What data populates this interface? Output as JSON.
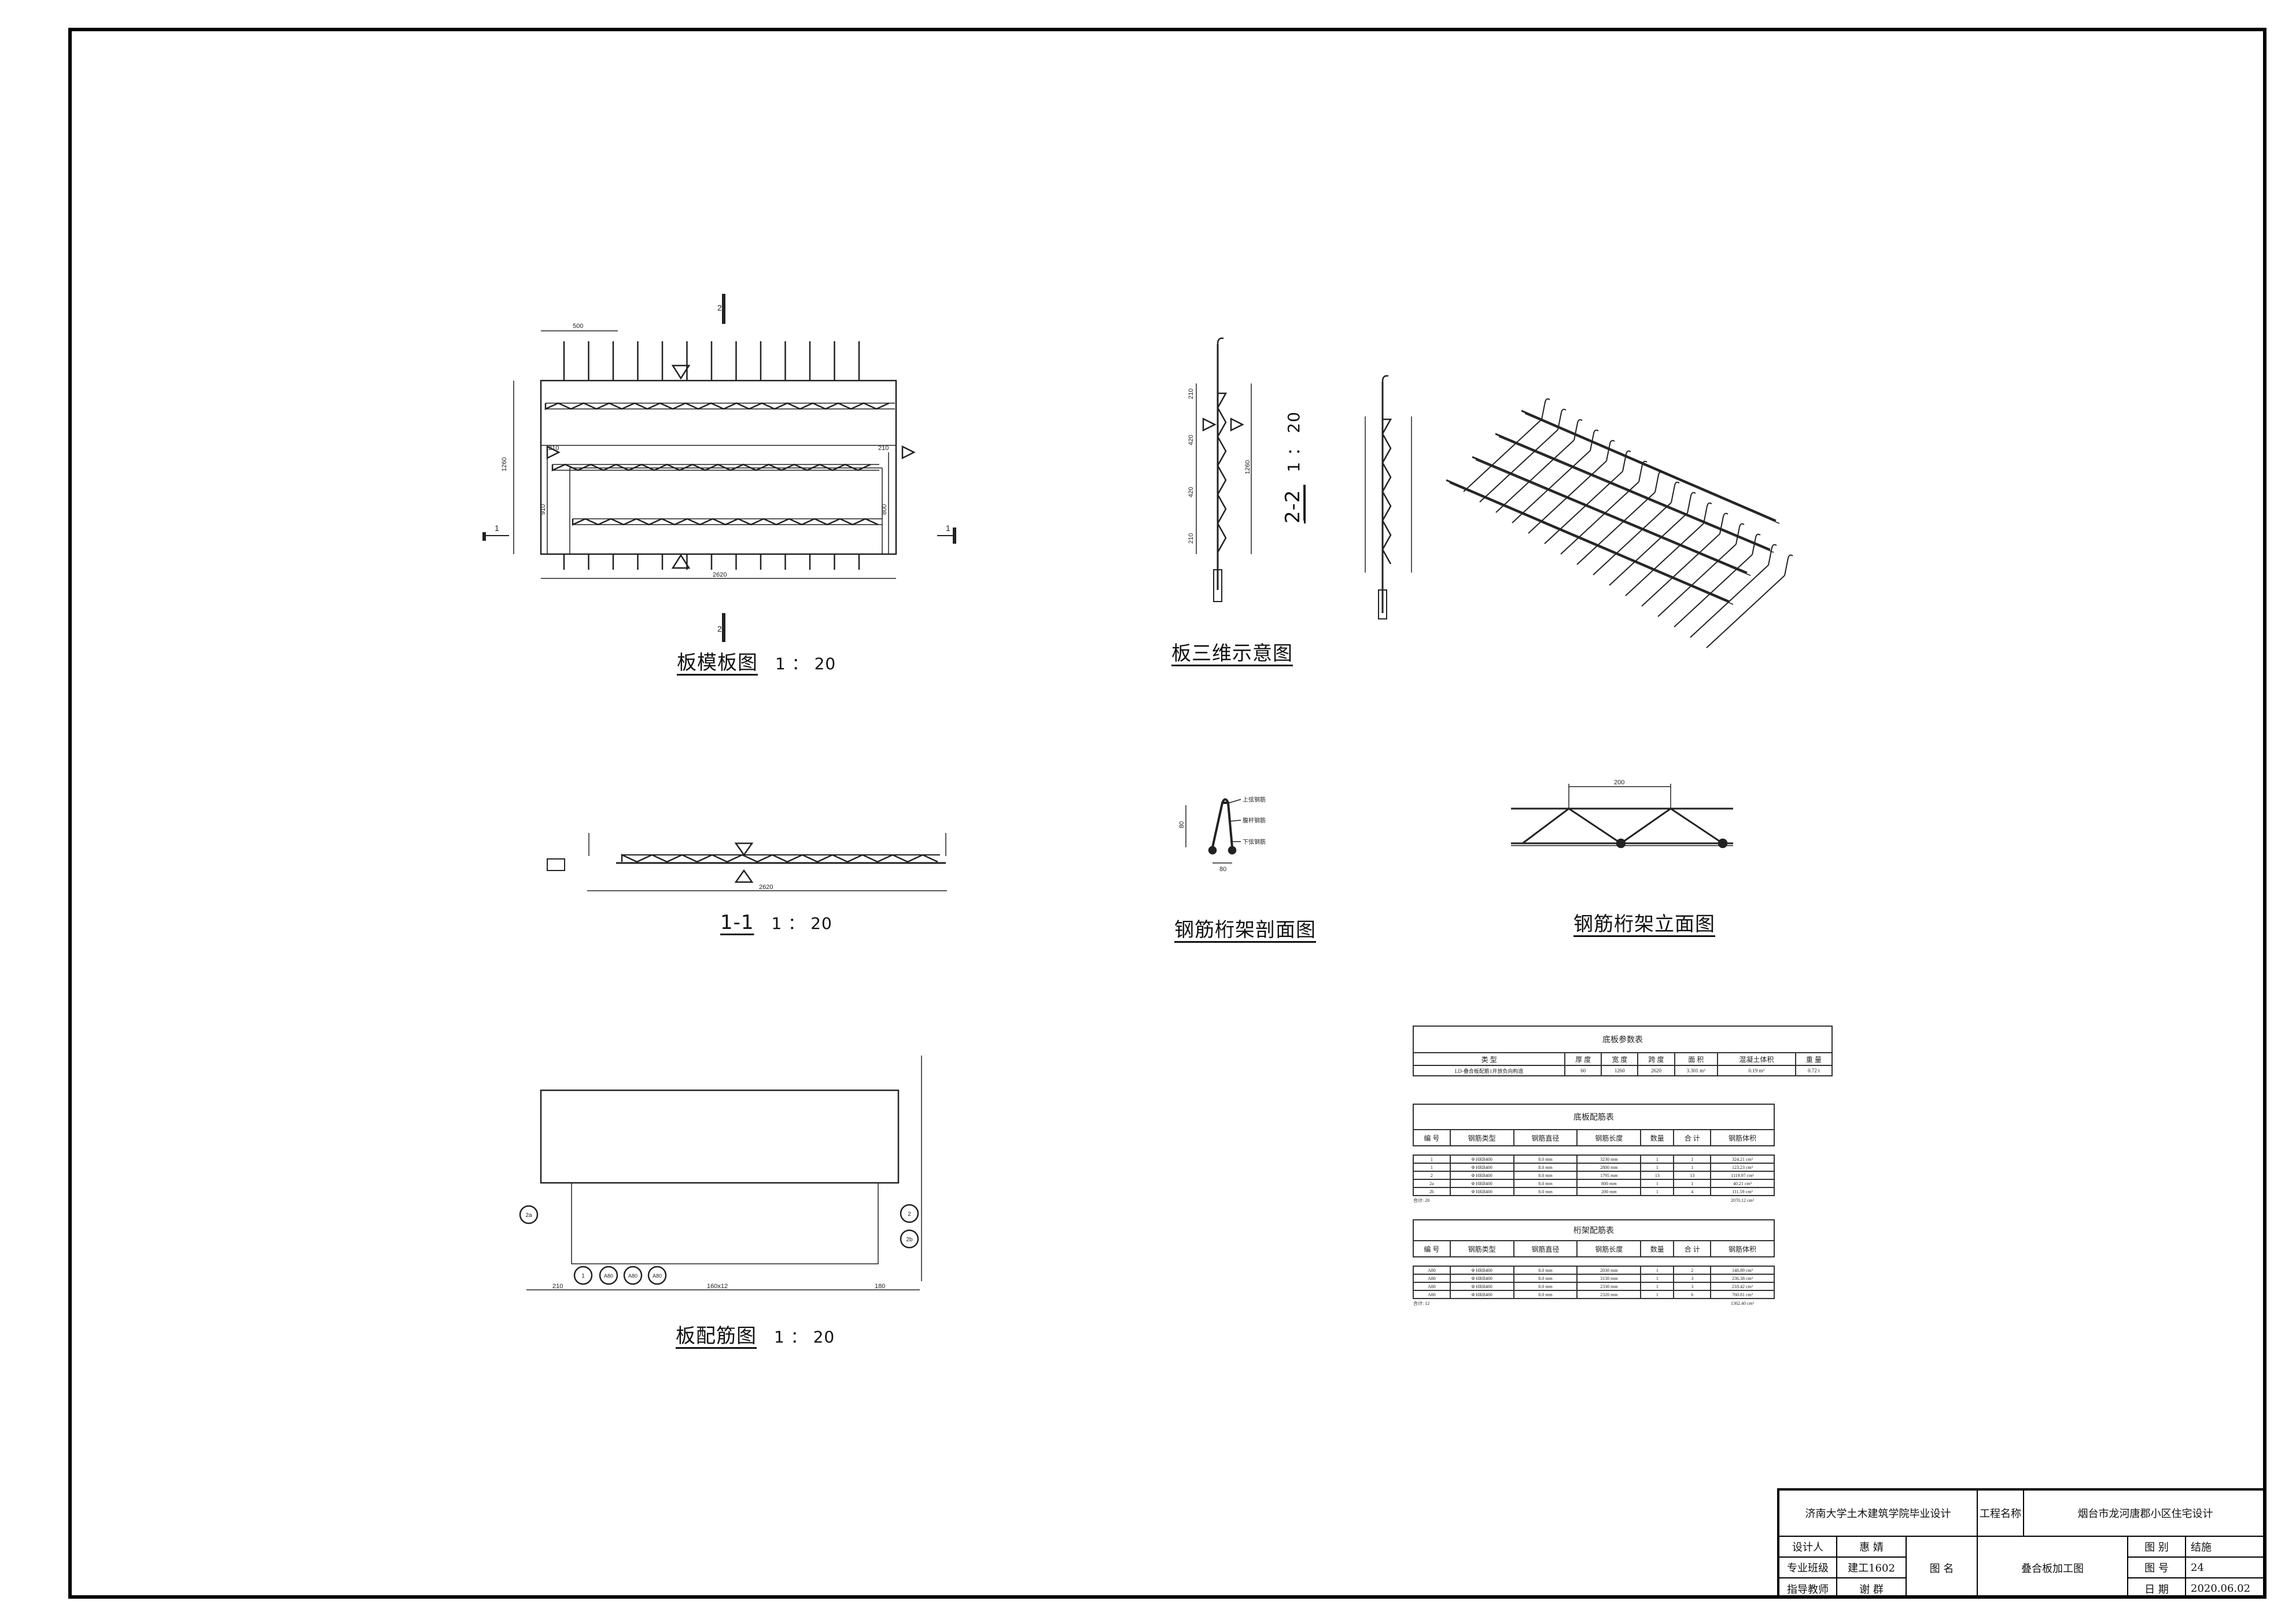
{
  "titles": {
    "plan": {
      "name": "板模板图",
      "scale": "1 ： 20"
    },
    "iso": {
      "name": "板三维示意图"
    },
    "section22": {
      "name": "2-2",
      "scale": "1 ： 20"
    },
    "section11": {
      "name": "1-1",
      "scale": "1 ： 20"
    },
    "truss_section": {
      "name": "钢筋桁架剖面图"
    },
    "truss_elev": {
      "name": "钢筋桁架立面图"
    },
    "rebar": {
      "name": "板配筋图",
      "scale": "1 ： 20"
    }
  },
  "dims": {
    "plan_top": "500",
    "plan_bottom": "2620",
    "plan_left": "1260",
    "plan_inner_l": "210",
    "plan_inner_r": "210",
    "plan_mid_l": "910",
    "plan_mid_r": "800",
    "s22_a": "210",
    "s22_b": "420",
    "s22_c": "420",
    "s22_d": "210",
    "s22_total": "1260",
    "s11_bottom": "2620",
    "truss_top": "200",
    "truss_h": "80",
    "truss_w": "80",
    "rebar_bottom": "160x12",
    "rebar_l": "210",
    "rebar_r": "180"
  },
  "truss_labels": [
    "上弦钢筋",
    "腹杆钢筋",
    "下弦钢筋"
  ],
  "callouts": [
    "1",
    "A80",
    "A80",
    "A80",
    "2",
    "2a",
    "2b"
  ],
  "section_marks": {
    "a": "2",
    "b": "1"
  },
  "table_panel": {
    "title": "底板参数表",
    "headers": [
      "类  型",
      "厚  度",
      "宽  度",
      "跨  度",
      "面  积",
      "混凝土体积",
      "重  量"
    ],
    "row": [
      "LD-叠合板配筋1开放负向构造",
      "60",
      "1260",
      "2620",
      "3.301 m²",
      "0.19 m³",
      "0.72 t"
    ]
  },
  "table_bottom": {
    "title": "底板配筋表",
    "headers": [
      "编  号",
      "钢筋类型",
      "钢筋直径",
      "钢筋长度",
      "数量",
      "合  计",
      "钢筋体积"
    ],
    "rows": [
      [
        "1",
        "Φ HRB400",
        "8.0 mm",
        "3230 mm",
        "1",
        "1",
        "324.21 cm³"
      ],
      [
        "1",
        "Φ HRB400",
        "8.0 mm",
        "2800 mm",
        "1",
        "1",
        "123.23 cm³"
      ],
      [
        "2",
        "Φ HRB400",
        "8.0 mm",
        "1795 mm",
        "13",
        "13",
        "1119.97 cm³"
      ],
      [
        "2a",
        "Φ HRB400",
        "8.0 mm",
        "800 mm",
        "1",
        "1",
        "40.21 cm³"
      ],
      [
        "2b",
        "Φ HRB400",
        "8.0 mm",
        "200 mm",
        "1",
        "4",
        "111.59 cm³"
      ]
    ],
    "total": [
      "合计: 20",
      "2070.12 cm³"
    ]
  },
  "table_truss": {
    "title": "桁架配筋表",
    "headers": [
      "编  号",
      "钢筋类型",
      "钢筋直径",
      "钢筋长度",
      "数量",
      "合  计",
      "钢筋体积"
    ],
    "rows": [
      [
        "A80",
        "Φ HRB400",
        "8.0 mm",
        "2030 mm",
        "1",
        "2",
        "148.89 cm³"
      ],
      [
        "A80",
        "Φ HRB400",
        "8.0 mm",
        "3130 mm",
        "1",
        "3",
        "236.38 cm³"
      ],
      [
        "A80",
        "Φ HRB400",
        "8.0 mm",
        "2330 mm",
        "1",
        "3",
        "218.42 cm³"
      ],
      [
        "A80",
        "Φ HRB400",
        "8.0 mm",
        "2320 mm",
        "1",
        "6",
        "760.81 cm³"
      ]
    ],
    "total": [
      "合计: 12",
      "1362.40 cm³"
    ]
  },
  "title_block": {
    "school": "济南大学土木建筑学院毕业设计",
    "project_label": "工程名称",
    "project": "烟台市龙河唐郡小区住宅设计",
    "designer_label": "设计人",
    "designer": "惠 婧",
    "class_label": "专业班级",
    "class": "建工1602",
    "teacher_label": "指导教师",
    "teacher": "谢 群",
    "drawing_name_label": "图  名",
    "drawing_name": "叠合板加工图",
    "category_label": "图  别",
    "category": "结施",
    "number_label": "图  号",
    "number": "24",
    "date_label": "日  期",
    "date": "2020.06.02"
  }
}
